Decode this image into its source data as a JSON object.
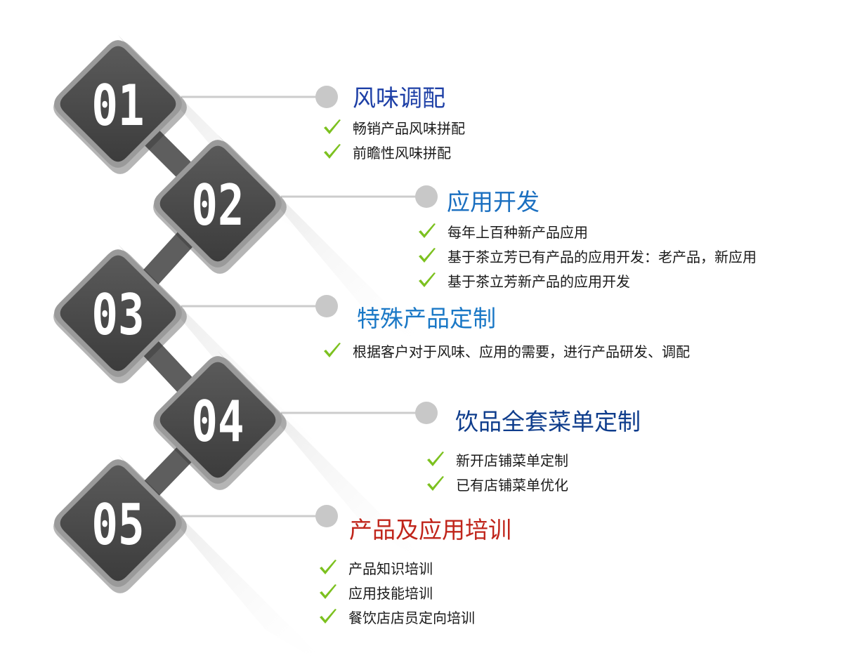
{
  "steps": [
    {
      "number": "01",
      "title": "风味调配",
      "title_color": "#1d3fa6",
      "bullets": [
        "畅销产品风味拼配",
        "前瞻性风味拼配"
      ]
    },
    {
      "number": "02",
      "title": "应用开发",
      "title_color": "#1a6fc0",
      "bullets": [
        "每年上百种新产品应用",
        "基于茶立芳已有产品的应用开发：老产品，新应用",
        "基于茶立芳新产品的应用开发"
      ]
    },
    {
      "number": "03",
      "title": "特殊产品定制",
      "title_color": "#1a78c6",
      "bullets": [
        "根据客户对于风味、应用的需要，进行产品研发、调配"
      ]
    },
    {
      "number": "04",
      "title": "饮品全套菜单定制",
      "title_color": "#0f3d8c",
      "bullets": [
        "新开店铺菜单定制",
        "已有店铺菜单优化"
      ]
    },
    {
      "number": "05",
      "title": "产品及应用培训",
      "title_color": "#c0251b",
      "bullets": [
        "产品知识培训",
        "应用技能培训",
        "餐饮店店员定向培训"
      ]
    }
  ],
  "colors": {
    "check": "#7cc11f",
    "badge_fill": "#4a4a4a",
    "badge_border": "#9a9a9a",
    "connector": "#5e5e5e",
    "leader_line": "#cccccc",
    "leader_dot": "#c8c8c8"
  },
  "icons": {
    "bullet": "check-icon",
    "badge": "diamond-badge"
  }
}
